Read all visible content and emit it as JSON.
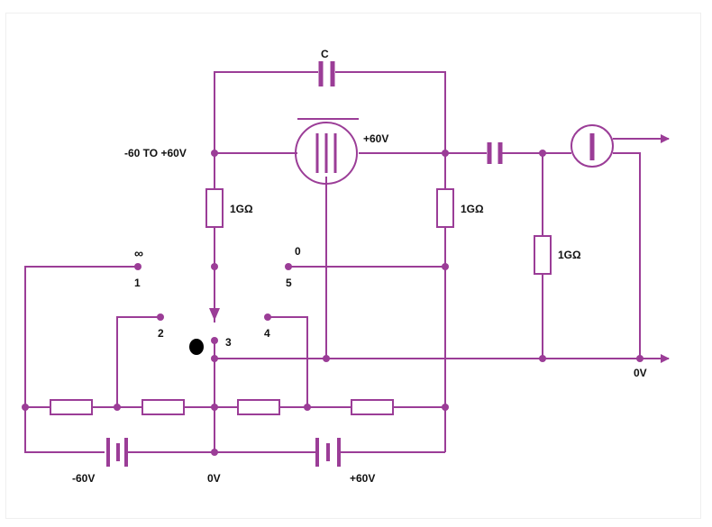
{
  "colors": {
    "wire": "#9b3d97",
    "knob": "#000000",
    "background": "#ffffff"
  },
  "labels": {
    "capacitor_c": "C",
    "grid_bias": "-60 TO +60V",
    "plate_supply": "+60V",
    "r_grid": "1GΩ",
    "r_plate": "1GΩ",
    "r_output": "1GΩ",
    "out_0v": "0V",
    "bat_neg": "-60V",
    "bat_0v": "0V",
    "bat_pos": "+60V",
    "switch_inf": "∞",
    "switch_1": "1",
    "switch_2": "2",
    "switch_3": "3",
    "switch_4": "4",
    "switch_0": "0",
    "switch_5": "5"
  }
}
